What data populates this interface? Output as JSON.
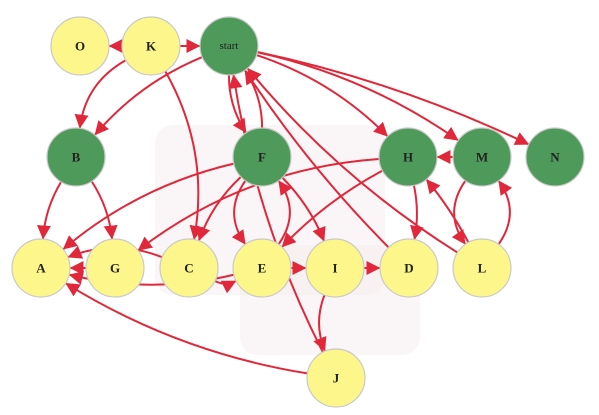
{
  "colors": {
    "edge": "#e0283a",
    "node_green": "#4d9a5a",
    "node_yellow": "#fdf68a",
    "node_stroke": "#c9c9c9",
    "background_blob": "#f7eef0"
  },
  "nodes": [
    {
      "id": "start",
      "label": "start",
      "fill": "green"
    },
    {
      "id": "O",
      "label": "O",
      "fill": "yellow"
    },
    {
      "id": "K",
      "label": "K",
      "fill": "yellow"
    },
    {
      "id": "B",
      "label": "B",
      "fill": "green"
    },
    {
      "id": "F",
      "label": "F",
      "fill": "green"
    },
    {
      "id": "H",
      "label": "H",
      "fill": "green"
    },
    {
      "id": "M",
      "label": "M",
      "fill": "green"
    },
    {
      "id": "N",
      "label": "N",
      "fill": "green"
    },
    {
      "id": "A",
      "label": "A",
      "fill": "yellow"
    },
    {
      "id": "G",
      "label": "G",
      "fill": "yellow"
    },
    {
      "id": "C",
      "label": "C",
      "fill": "yellow"
    },
    {
      "id": "E",
      "label": "E",
      "fill": "yellow"
    },
    {
      "id": "I",
      "label": "I",
      "fill": "yellow"
    },
    {
      "id": "D",
      "label": "D",
      "fill": "yellow"
    },
    {
      "id": "L",
      "label": "L",
      "fill": "yellow"
    },
    {
      "id": "J",
      "label": "J",
      "fill": "yellow"
    }
  ],
  "edges": [
    {
      "from": "K",
      "to": "O"
    },
    {
      "from": "K",
      "to": "start"
    },
    {
      "from": "K",
      "to": "B"
    },
    {
      "from": "K",
      "to": "C"
    },
    {
      "from": "start",
      "to": "B"
    },
    {
      "from": "start",
      "to": "F"
    },
    {
      "from": "start",
      "to": "H"
    },
    {
      "from": "start",
      "to": "M"
    },
    {
      "from": "start",
      "to": "N"
    },
    {
      "from": "B",
      "to": "A"
    },
    {
      "from": "B",
      "to": "G"
    },
    {
      "from": "F",
      "to": "start"
    },
    {
      "from": "F",
      "to": "E"
    },
    {
      "from": "E",
      "to": "F"
    },
    {
      "from": "F",
      "to": "C"
    },
    {
      "from": "F",
      "to": "A"
    },
    {
      "from": "F",
      "to": "I"
    },
    {
      "from": "M",
      "to": "H"
    },
    {
      "from": "M",
      "to": "L"
    },
    {
      "from": "L",
      "to": "M"
    },
    {
      "from": "L",
      "to": "H"
    },
    {
      "from": "H",
      "to": "D"
    },
    {
      "from": "H",
      "to": "E"
    },
    {
      "from": "H",
      "to": "G"
    },
    {
      "from": "G",
      "to": "A"
    },
    {
      "from": "C",
      "to": "A"
    },
    {
      "from": "C",
      "to": "E"
    },
    {
      "from": "E",
      "to": "I"
    },
    {
      "from": "I",
      "to": "D"
    },
    {
      "from": "I",
      "to": "J"
    },
    {
      "from": "J",
      "to": "A"
    },
    {
      "from": "J",
      "to": "start"
    },
    {
      "from": "D",
      "to": "start"
    },
    {
      "from": "L",
      "to": "start"
    },
    {
      "from": "E",
      "to": "A"
    }
  ]
}
